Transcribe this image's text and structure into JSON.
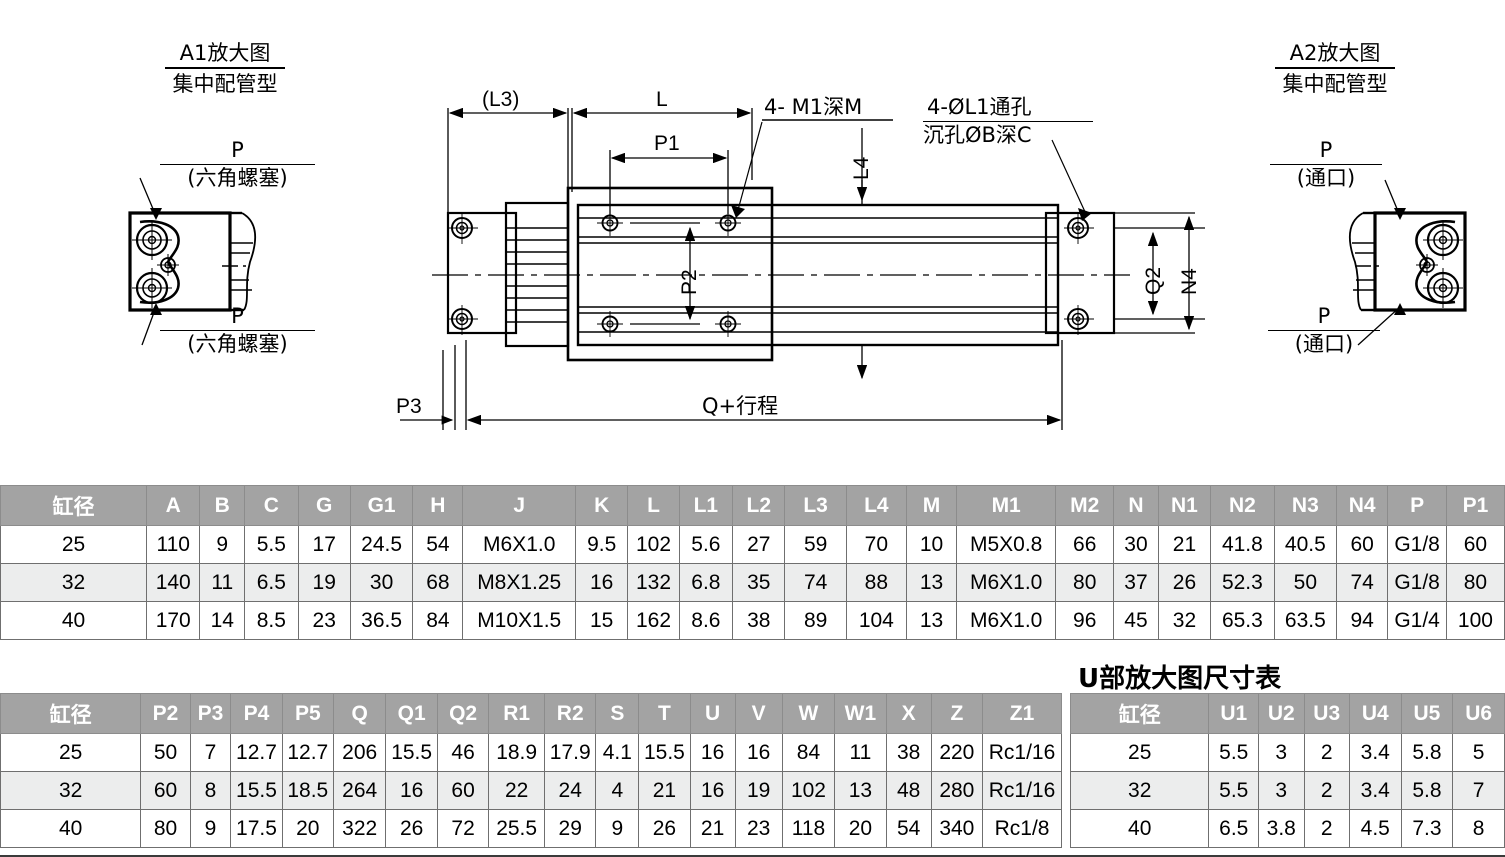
{
  "drawing": {
    "detail_left": {
      "title_main": "A1放大图",
      "title_sub": "集中配管型",
      "callout_top_num": "P",
      "callout_top_den": "(六角螺塞)",
      "callout_bottom_num": "P",
      "callout_bottom_den": "(六角螺塞)"
    },
    "detail_right": {
      "title_main": "A2放大图",
      "title_sub": "集中配管型",
      "callout_top_num": "P",
      "callout_top_den": "(通口)",
      "callout_bottom_num": "P",
      "callout_bottom_den": "(通口)"
    },
    "dimensions": {
      "l3": "(L3)",
      "l": "L",
      "p1": "P1",
      "p2": "P2",
      "p3": "P3",
      "l4": "L4",
      "q2": "Q2",
      "n4": "N4",
      "overall": "Q+行程"
    },
    "callouts": {
      "tapped_hole": "4- M1深M",
      "thru_hole_num": "4-ØL1通孔",
      "thru_hole_den": "沉孔ØB深C"
    }
  },
  "table_main": {
    "columns": [
      "缸径",
      "A",
      "B",
      "C",
      "G",
      "G1",
      "H",
      "J",
      "K",
      "L",
      "L1",
      "L2",
      "L3",
      "L4",
      "M",
      "M1",
      "M2",
      "N",
      "N1",
      "N2",
      "N3",
      "N4",
      "P",
      "P1"
    ],
    "rows": [
      [
        "25",
        "110",
        "9",
        "5.5",
        "17",
        "24.5",
        "54",
        "M6X1.0",
        "9.5",
        "102",
        "5.6",
        "27",
        "59",
        "70",
        "10",
        "M5X0.8",
        "66",
        "30",
        "21",
        "41.8",
        "40.5",
        "60",
        "G1/8",
        "60"
      ],
      [
        "32",
        "140",
        "11",
        "6.5",
        "19",
        "30",
        "68",
        "M8X1.25",
        "16",
        "132",
        "6.8",
        "35",
        "74",
        "88",
        "13",
        "M6X1.0",
        "80",
        "37",
        "26",
        "52.3",
        "50",
        "74",
        "G1/8",
        "80"
      ],
      [
        "40",
        "170",
        "14",
        "8.5",
        "23",
        "36.5",
        "84",
        "M10X1.5",
        "15",
        "162",
        "8.6",
        "38",
        "89",
        "104",
        "13",
        "M6X1.0",
        "96",
        "45",
        "32",
        "65.3",
        "63.5",
        "94",
        "G1/4",
        "100"
      ]
    ]
  },
  "table_second": {
    "columns": [
      "缸径",
      "P2",
      "P3",
      "P4",
      "P5",
      "Q",
      "Q1",
      "Q2",
      "R1",
      "R2",
      "S",
      "T",
      "U",
      "V",
      "W",
      "W1",
      "X",
      "Z",
      "Z1"
    ],
    "rows": [
      [
        "25",
        "50",
        "7",
        "12.7",
        "12.7",
        "206",
        "15.5",
        "46",
        "18.9",
        "17.9",
        "4.1",
        "15.5",
        "16",
        "16",
        "84",
        "11",
        "38",
        "220",
        "Rc1/16"
      ],
      [
        "32",
        "60",
        "8",
        "15.5",
        "18.5",
        "264",
        "16",
        "60",
        "22",
        "24",
        "4",
        "21",
        "16",
        "19",
        "102",
        "13",
        "48",
        "280",
        "Rc1/16"
      ],
      [
        "40",
        "80",
        "9",
        "17.5",
        "20",
        "322",
        "26",
        "72",
        "25.5",
        "29",
        "9",
        "26",
        "21",
        "23",
        "118",
        "20",
        "54",
        "340",
        "Rc1/8"
      ]
    ]
  },
  "table_u": {
    "title": "U部放大图尺寸表",
    "columns": [
      "缸径",
      "U1",
      "U2",
      "U3",
      "U4",
      "U5",
      "U6"
    ],
    "rows": [
      [
        "25",
        "5.5",
        "3",
        "2",
        "3.4",
        "5.8",
        "5"
      ],
      [
        "32",
        "5.5",
        "3",
        "2",
        "3.4",
        "5.8",
        "7"
      ],
      [
        "40",
        "6.5",
        "3.8",
        "2",
        "4.5",
        "7.3",
        "8"
      ]
    ]
  },
  "colors": {
    "header_bg": "#a3a3a3",
    "header_text": "#ffffff",
    "alt_row_bg": "#eceded",
    "line": "#000000"
  }
}
